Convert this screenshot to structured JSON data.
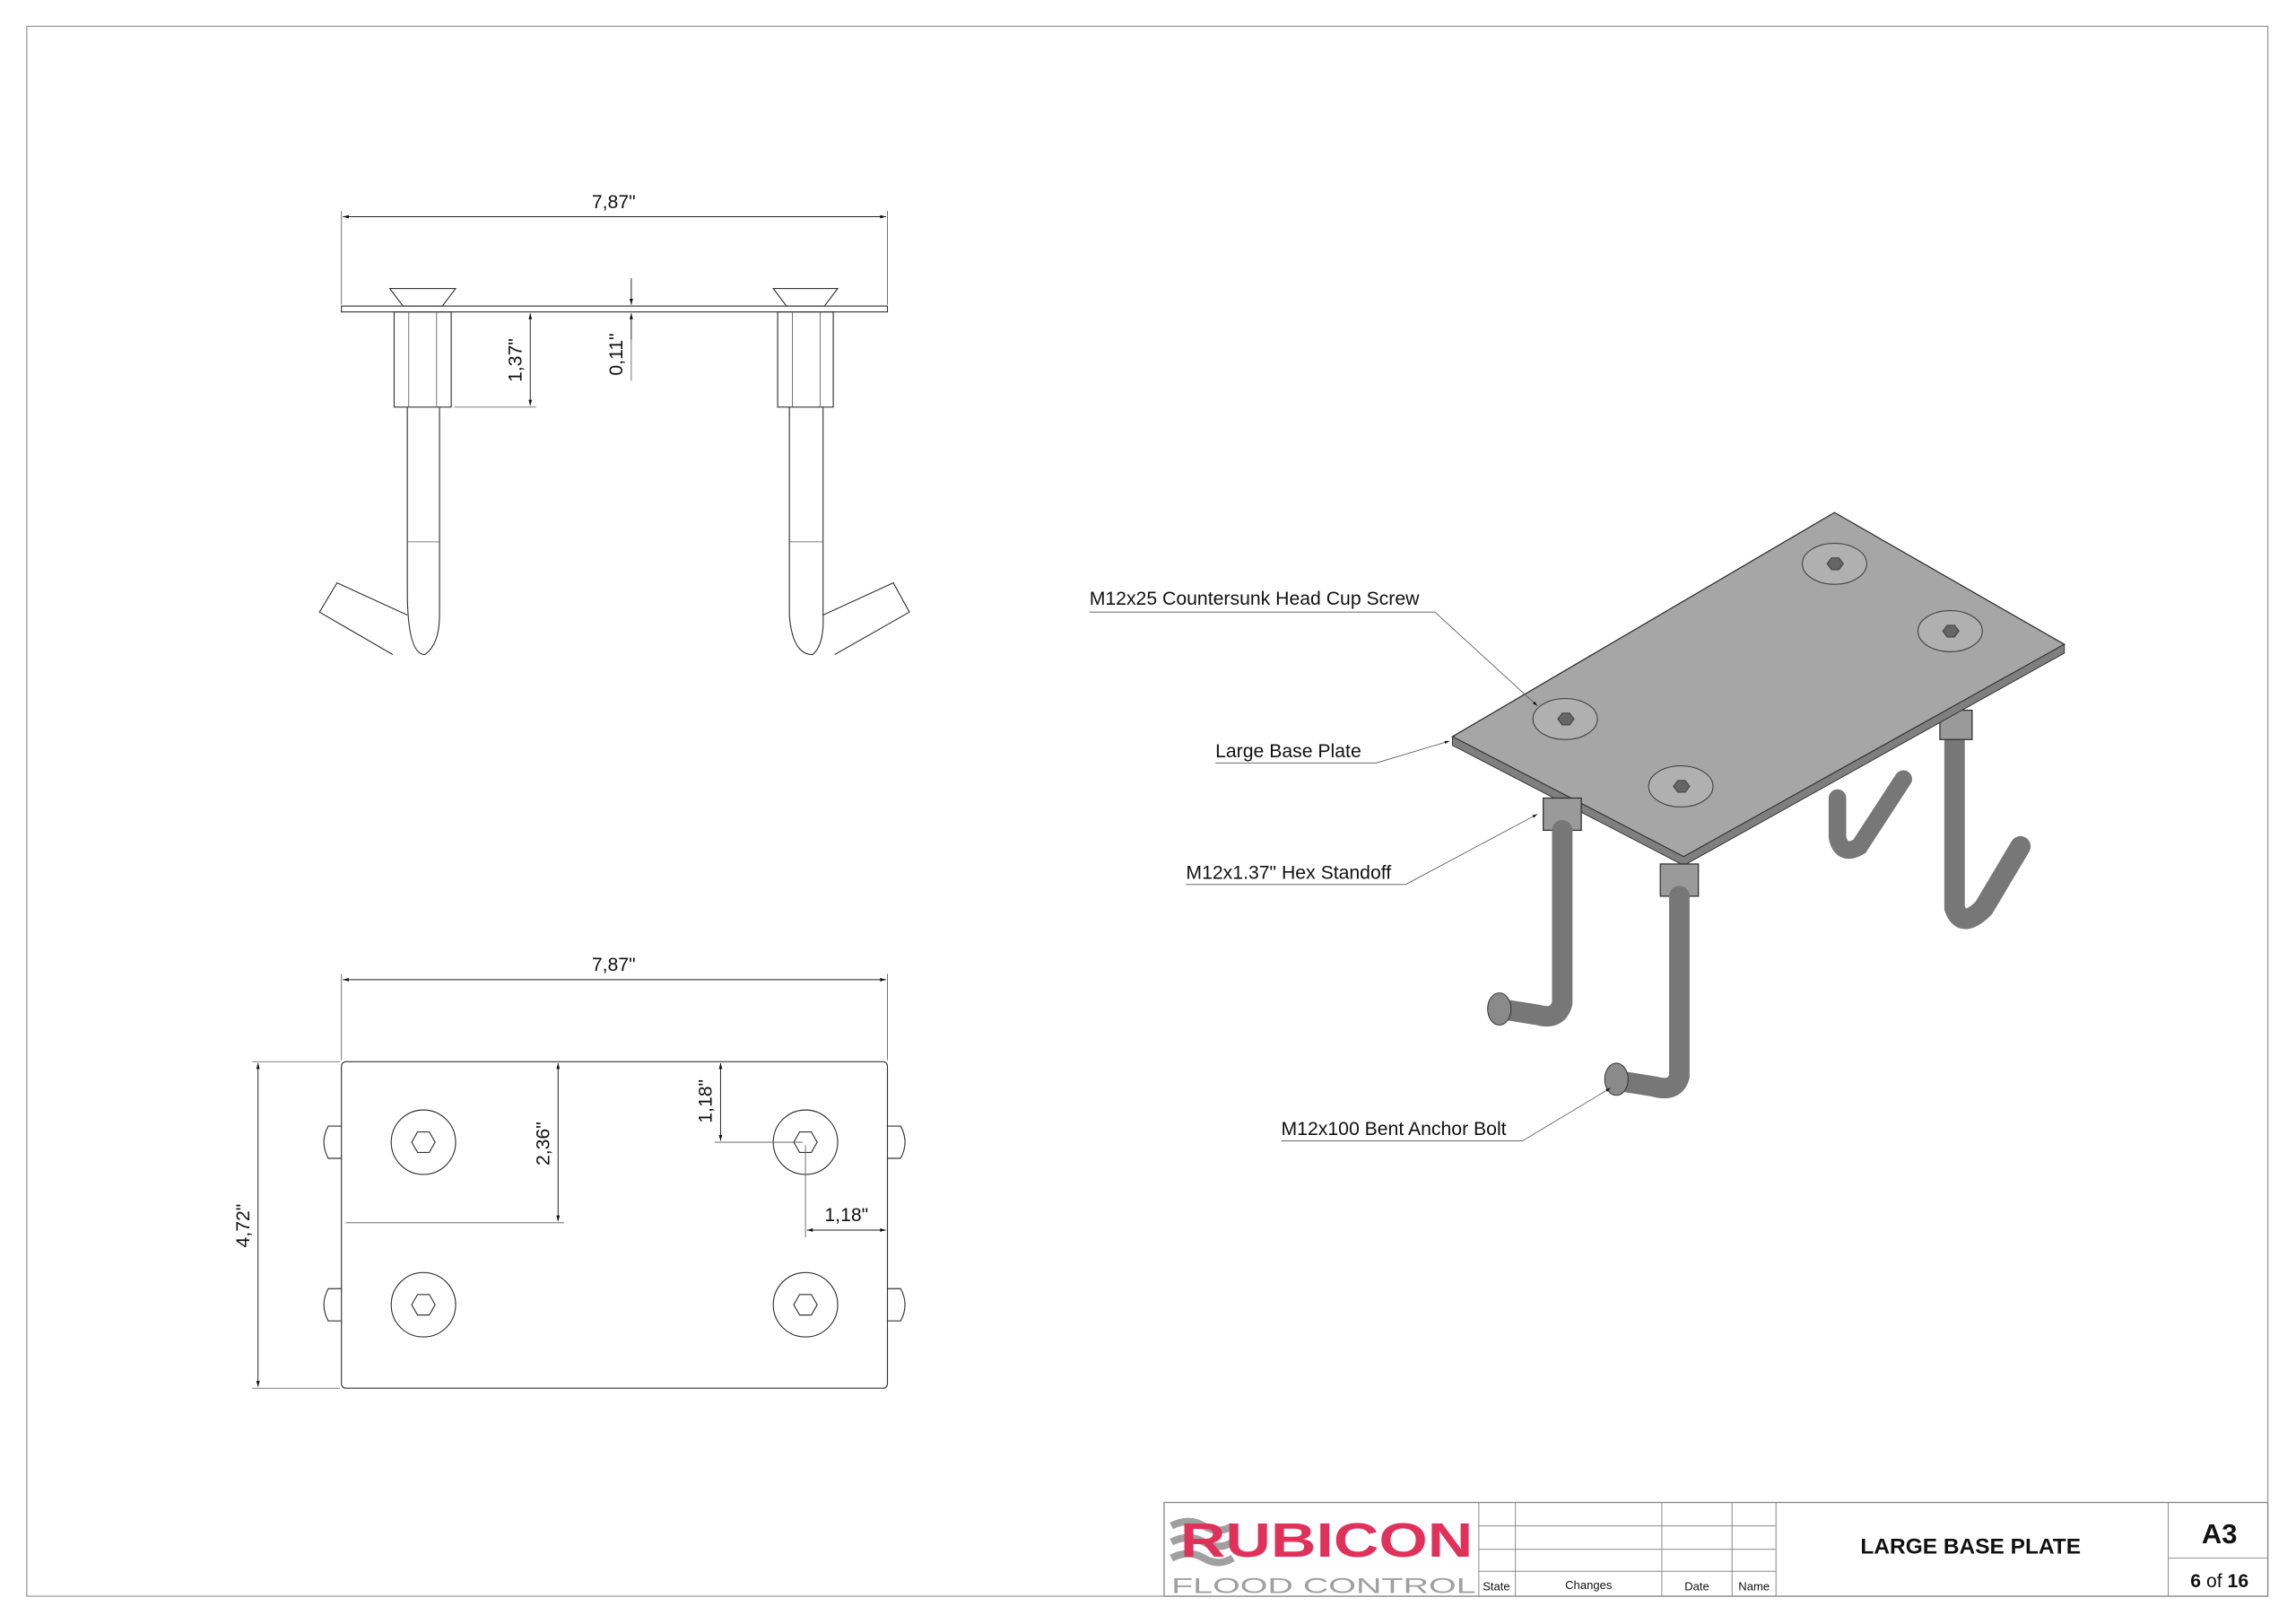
{
  "side_view": {
    "width_dim": "7,87\"",
    "standoff_dim": "1,37\"",
    "plate_thickness_dim": "0,11\""
  },
  "top_view": {
    "width_dim": "7,87\"",
    "height_dim": "4,72\"",
    "half_height_dim": "2,36\"",
    "edge_offset_y_dim": "1,18\"",
    "edge_offset_x_dim": "1,18\""
  },
  "iso_view": {
    "callouts": [
      "M12x25 Countersunk Head Cup Screw",
      "Large Base Plate",
      "M12x1.37\" Hex Standoff",
      "M12x100 Bent Anchor Bolt"
    ]
  },
  "title_block": {
    "logo_text": "RUBICON",
    "logo_sub": "FLOOD CONTROL",
    "headers": {
      "state": "State",
      "changes": "Changes",
      "date": "Date",
      "name": "Name"
    },
    "title": "LARGE BASE PLATE",
    "paper_size": "A3",
    "sheet": "6",
    "sheet_of": "of",
    "sheet_total": "16"
  },
  "colors": {
    "logo_red": "#e0315b",
    "logo_gray": "#a0a0a0",
    "metal": "#9a9a9a"
  }
}
